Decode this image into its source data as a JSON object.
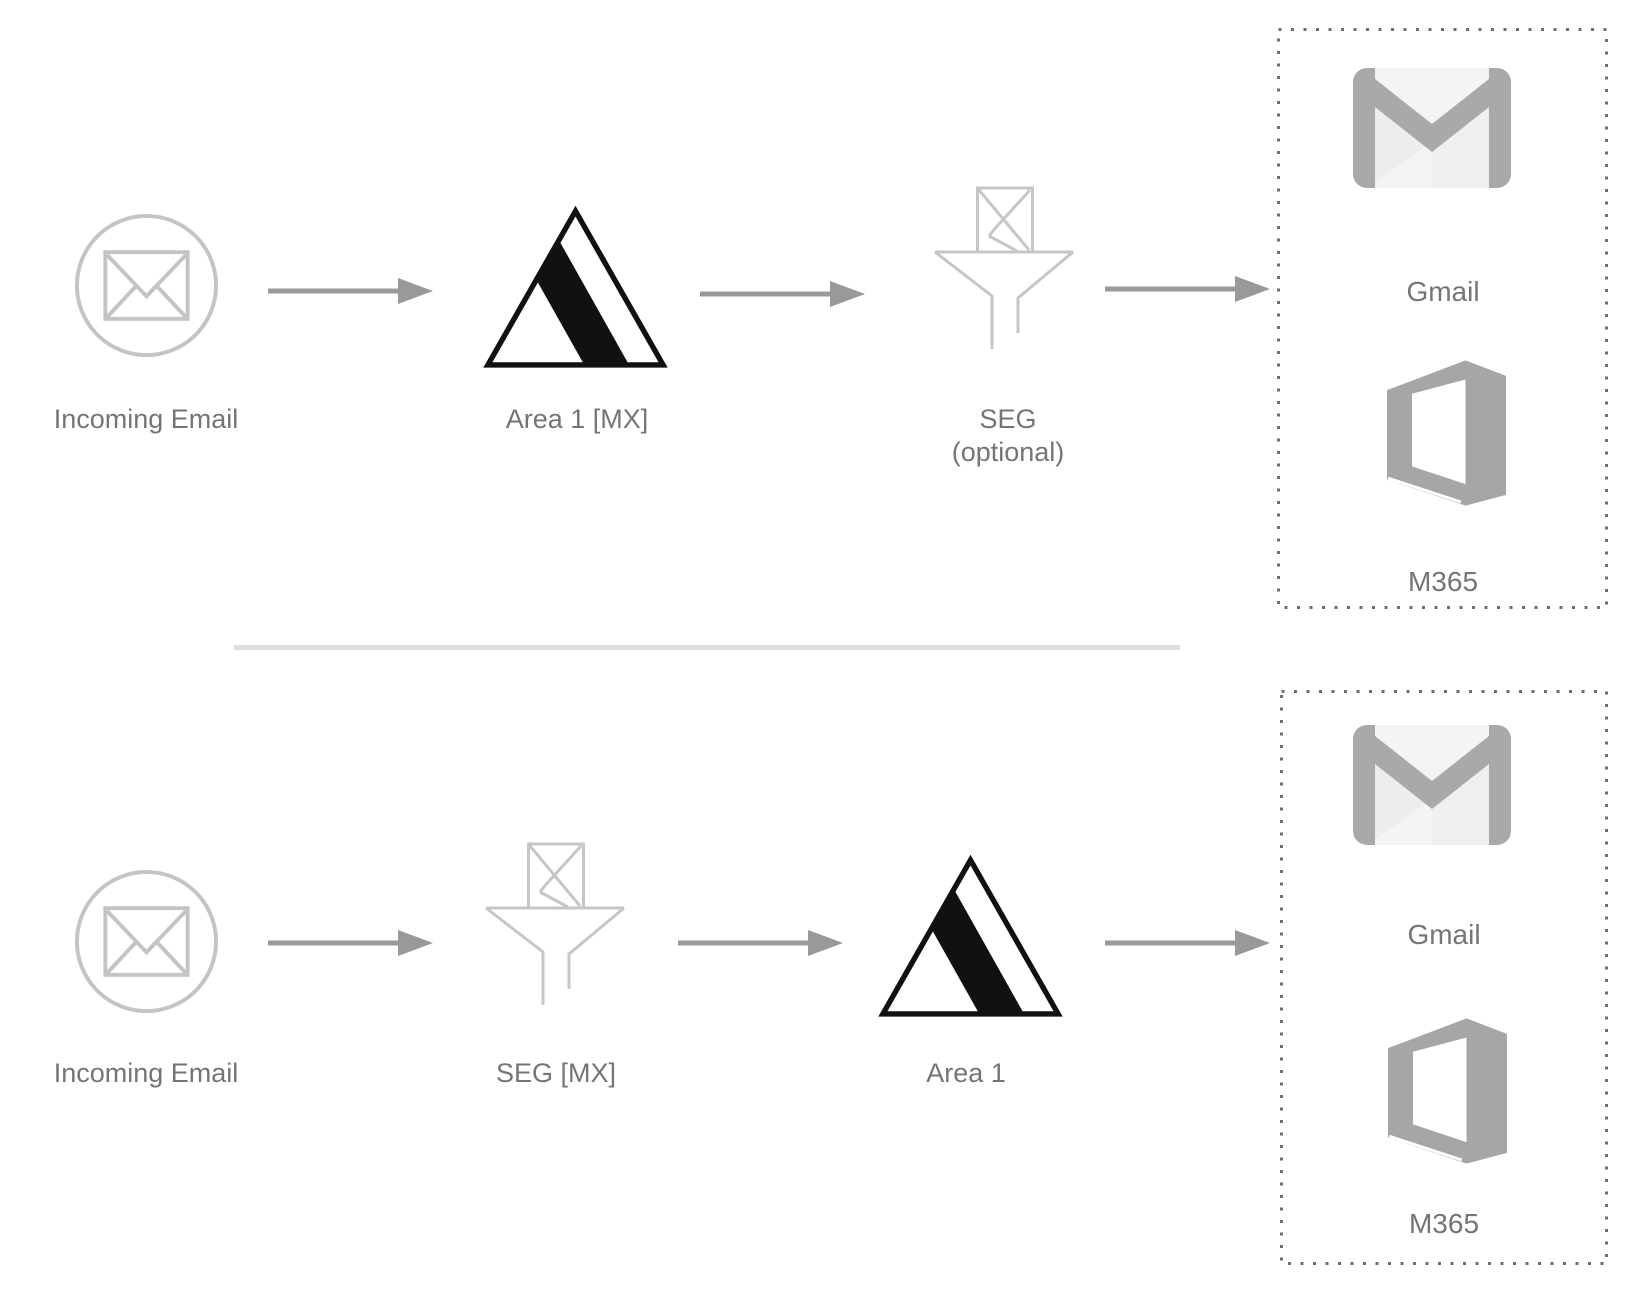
{
  "flow_top": {
    "incoming_label": "Incoming Email",
    "gateway_label": "Area 1 [MX]",
    "seg_label_line1": "SEG",
    "seg_label_line2": "(optional)",
    "gmail_label": "Gmail",
    "m365_label": "M365"
  },
  "flow_bottom": {
    "incoming_label": "Incoming Email",
    "seg_label": "SEG [MX]",
    "gateway_label": "Area 1",
    "gmail_label": "Gmail",
    "m365_label": "M365"
  },
  "colors": {
    "label_text": "#757575",
    "arrow": "#999999",
    "light_icon_stroke": "#c4c4c4",
    "brand_gray": "#a6a6a6",
    "area1_logo": "#111111",
    "dotted_border": "#6e6e6e",
    "divider": "#dedede"
  }
}
